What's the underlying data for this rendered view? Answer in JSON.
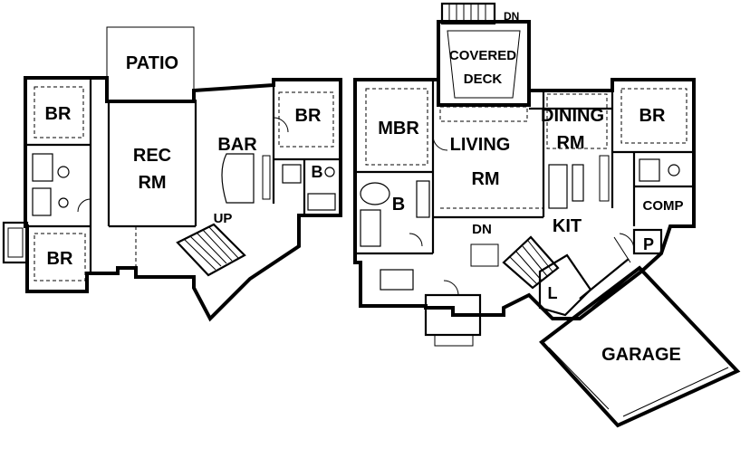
{
  "lower_level": {
    "patio": "PATIO",
    "br_top_left": "BR",
    "br_bottom_left": "BR",
    "br_right": "BR",
    "rec_rm_line1": "REC",
    "rec_rm_line2": "RM",
    "bar": "BAR",
    "bath": "B",
    "stair_up": "UP"
  },
  "main_level": {
    "stair_down_deck": "DN",
    "covered_deck_line1": "COVERED",
    "covered_deck_line2": "DECK",
    "mbr": "MBR",
    "living_line1": "LIVING",
    "living_line2": "RM",
    "dining_line1": "DINING",
    "dining_line2": "RM",
    "br": "BR",
    "bath": "B",
    "comp": "COMP",
    "kit": "KIT",
    "stair_down": "DN",
    "pantry": "P",
    "laundry": "L",
    "garage": "GARAGE"
  }
}
